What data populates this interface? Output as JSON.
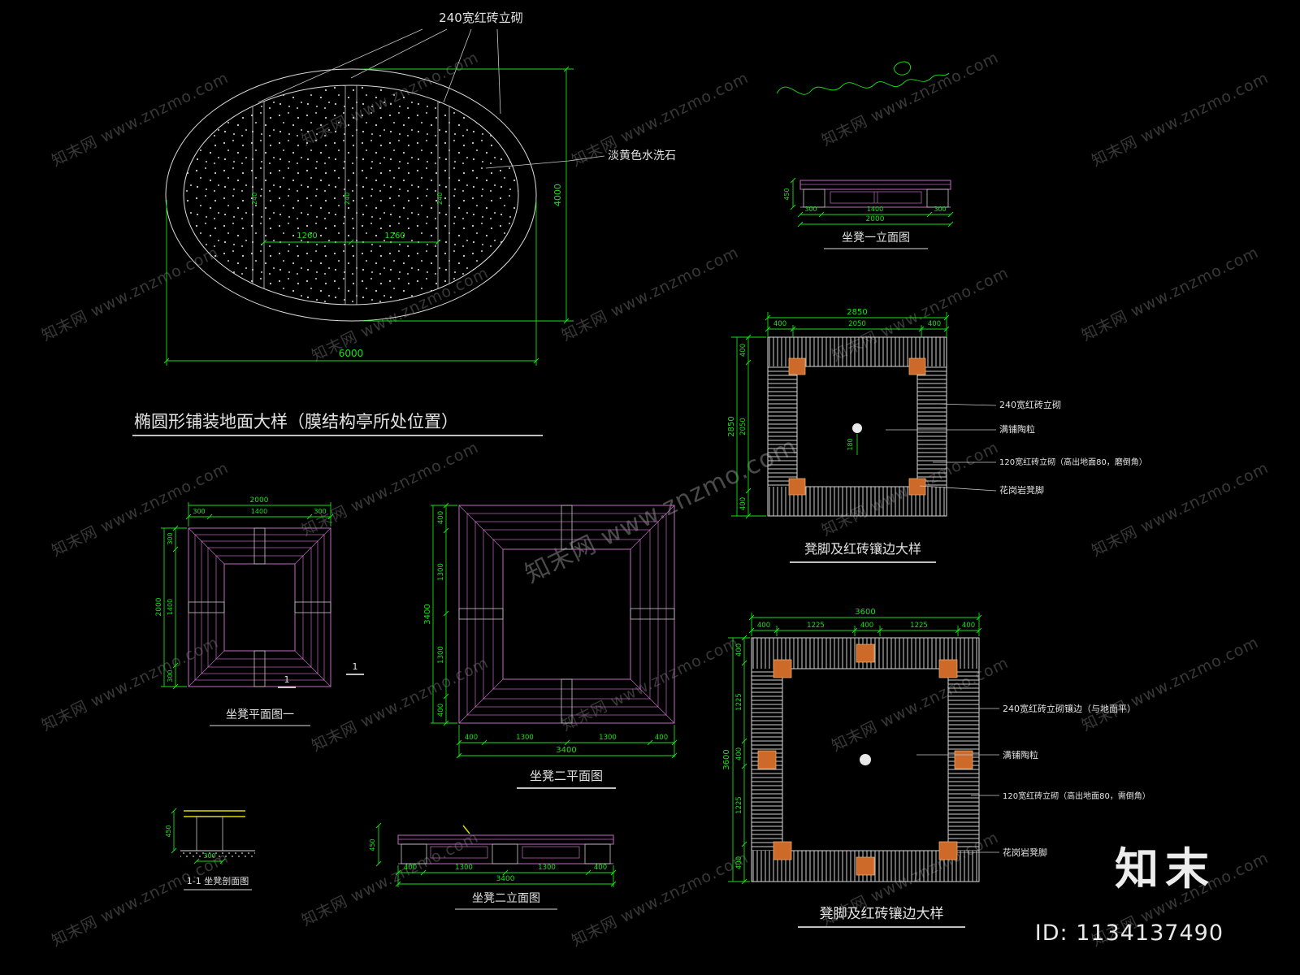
{
  "meta": {
    "watermark": "知末网 www.znzmo.com",
    "brand": "知末",
    "id_label": "ID: 1134137490"
  },
  "titles": {
    "ellipse": "椭圆形铺装地面大样（膜结构亭所处位置）",
    "bench1_elev": "坐凳一立面图",
    "bench1_plan": "坐凳平面图一",
    "bench2_plan": "坐凳二平面图",
    "bench2_elev": "坐凳二立面图",
    "section11": "1-1 坐凳剖面图",
    "edge1": "凳脚及红砖镶边大样",
    "edge2": "凳脚及红砖镶边大样"
  },
  "colors": {
    "background": "#000000",
    "line_white": "#dcdcdc",
    "dim_green": "#18e018",
    "bench_magenta": "#c06ac0",
    "block_orange": "#cd6a2a",
    "detail_yellow": "#d8d800"
  },
  "ellipse": {
    "label_brick": "240宽红砖立砌",
    "label_stone": "淡黄色水洗石",
    "dim_width": "6000",
    "dim_height": "4000",
    "dim_gap_left": "1260",
    "dim_gap_right": "1260",
    "band_width": "240"
  },
  "bench1_elev": {
    "dims_bottom": [
      "300",
      "1400",
      "300"
    ],
    "dim_total": "2000",
    "dim_height": "450"
  },
  "bench1_plan": {
    "dims_top": [
      "300",
      "1400",
      "300"
    ],
    "dim_total": "2000",
    "dims_left": [
      "300",
      "1400",
      "300"
    ],
    "dim_left_total": "2000",
    "section_marker": "1"
  },
  "bench2_plan": {
    "dims_bottom": [
      "400",
      "1300",
      "1300",
      "400"
    ],
    "dim_total": "3400",
    "dims_left": [
      "400",
      "1300",
      "1300",
      "400"
    ],
    "dim_left_total": "3400"
  },
  "bench2_elev": {
    "dims_bottom": [
      "400",
      "1300",
      "1300",
      "400"
    ],
    "dim_total": "3400",
    "dim_height": "450"
  },
  "section11": {
    "dim_height": "450",
    "dim_width": "300"
  },
  "edge1": {
    "labels": [
      "240宽红砖立砌",
      "满铺陶粒",
      "120宽红砖立砌（高出地面80，磨倒角）",
      "花岗岩凳脚"
    ],
    "dims_top": [
      "400",
      "2050",
      "400"
    ],
    "dim_total": "2850",
    "dims_left": [
      "400",
      "2050",
      "400"
    ],
    "dim_left_total": "2850",
    "dim_center": "180"
  },
  "edge2": {
    "labels": [
      "240宽红砖立砌镶边（与地面平）",
      "满铺陶粒",
      "120宽红砖立砌（高出地面80，需倒角）",
      "花岗岩凳脚"
    ],
    "dims_top": [
      "400",
      "1225",
      "400",
      "1225",
      "400"
    ],
    "dim_total": "3600",
    "dims_left": [
      "400",
      "1225",
      "400",
      "1225",
      "400"
    ],
    "dim_left_total": "3600"
  }
}
